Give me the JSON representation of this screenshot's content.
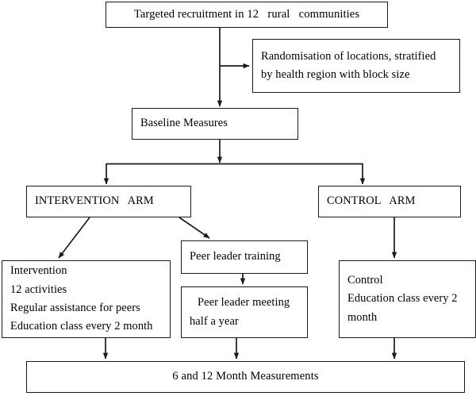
{
  "diagram": {
    "title": "Cluster randomised trial flow diagram",
    "type": "flowchart",
    "stroke_color": "#1a1a1a",
    "background_color": "#ffffff"
  },
  "nodes": {
    "recruitment": {
      "lines": [
        "Targeted recruitment in 12   rural   communities"
      ]
    },
    "randomisation": {
      "lines": [
        "Randomisation of locations, stratified",
        "by health region with block size"
      ]
    },
    "baseline": {
      "lines": [
        "Baseline Measures"
      ]
    },
    "intervention_arm": {
      "lines": [
        "INTERVENTION   ARM"
      ]
    },
    "control_arm": {
      "lines": [
        "CONTROL   ARM"
      ]
    },
    "intervention_detail": {
      "lines": [
        "Intervention",
        "12 activities",
        "Regular assistance for peers",
        "Education class every 2 month"
      ]
    },
    "peer_leader_training": {
      "lines": [
        "Peer leader training"
      ]
    },
    "peer_leader_meeting": {
      "lines": [
        "Peer leader meeting",
        "half a year"
      ]
    },
    "control_detail": {
      "lines": [
        "Control",
        "Education class every 2",
        "month"
      ]
    },
    "final_measurements": {
      "lines": [
        "6 and 12 Month Measurements"
      ]
    }
  }
}
